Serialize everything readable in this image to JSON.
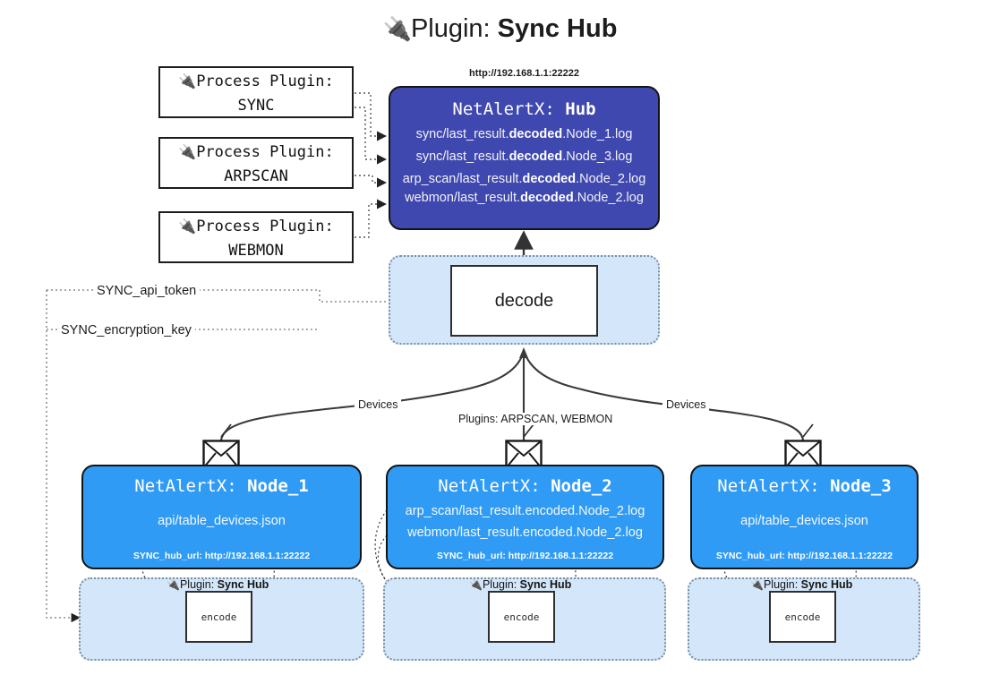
{
  "title": {
    "icon": "plug-icon",
    "prefix": "Plugin: ",
    "name": "Sync Hub"
  },
  "process_plugins": [
    {
      "icon": "plug-icon",
      "heading": "Process Plugin:",
      "name": "SYNC"
    },
    {
      "icon": "plug-icon",
      "heading": "Process Plugin:",
      "name": "ARPSCAN"
    },
    {
      "icon": "plug-icon",
      "heading": "Process Plugin:",
      "name": "WEBMON"
    }
  ],
  "hub": {
    "url": "http://192.168.1.1:22222",
    "title_prefix": "NetAlertX: ",
    "title_name": "Hub",
    "logs": [
      {
        "pre": "sync/last_result.",
        "strong": "decoded",
        "post": ".Node_1.log"
      },
      {
        "pre": "sync/last_result.",
        "strong": "decoded",
        "post": ".Node_3.log"
      },
      {
        "pre": "arp_scan/last_result.",
        "strong": "decoded",
        "post": ".Node_2.log"
      },
      {
        "pre": "webmon/last_result.",
        "strong": "decoded",
        "post": ".Node_2.log"
      }
    ]
  },
  "decode": {
    "label": "decode"
  },
  "secrets": [
    {
      "label": "SYNC_api_token"
    },
    {
      "label": "SYNC_encryption_key"
    }
  ],
  "edge_labels": {
    "devices_left": "Devices",
    "devices_right": "Devices",
    "plugins_center": "Plugins: ARPSCAN, WEBMON"
  },
  "nodes": [
    {
      "title_prefix": "NetAlertX: ",
      "title_name": "Node_1",
      "lines": [
        "api/table_devices.json"
      ],
      "hub_url": "SYNC_hub_url: http://192.168.1.1:22222",
      "icon": "envelope-icon"
    },
    {
      "title_prefix": "NetAlertX: ",
      "title_name": "Node_2",
      "lines": [
        "arp_scan/last_result.encoded.Node_2.log",
        "webmon/last_result.encoded.Node_2.log"
      ],
      "hub_url": "SYNC_hub_url: http://192.168.1.1:22222",
      "icon": "envelope-icon"
    },
    {
      "title_prefix": "NetAlertX: ",
      "title_name": "Node_3",
      "lines": [
        "api/table_devices.json"
      ],
      "hub_url": "SYNC_hub_url: http://192.168.1.1:22222",
      "icon": "envelope-icon"
    }
  ],
  "plugin_sections": [
    {
      "icon": "plug-icon",
      "prefix": "Plugin: ",
      "name": "Sync Hub",
      "encode_label": "encode"
    },
    {
      "icon": "plug-icon",
      "prefix": "Plugin: ",
      "name": "Sync Hub",
      "encode_label": "encode"
    },
    {
      "icon": "plug-icon",
      "prefix": "Plugin: ",
      "name": "Sync Hub",
      "encode_label": "encode"
    }
  ],
  "colors": {
    "hub_fill": "#3F48AF",
    "node_fill": "#2F9BF5",
    "container_fill": "#D4E6F9",
    "stroke": "#141414",
    "background": "#ffffff"
  }
}
